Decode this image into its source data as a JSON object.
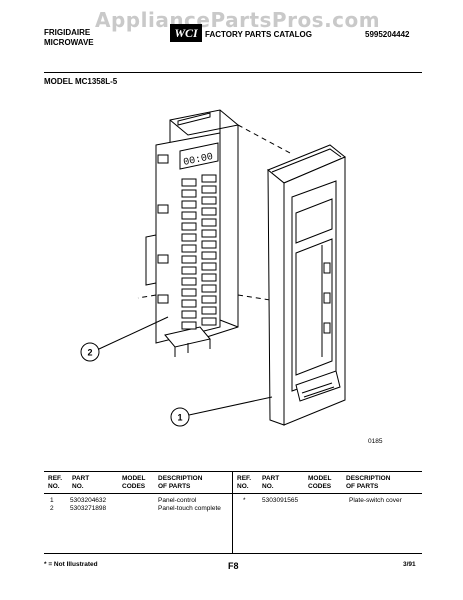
{
  "watermark": "AppliancePartsPros.com",
  "header": {
    "brand_line1": "FRIGIDAIRE",
    "brand_line2": "MICROWAVE",
    "catalog_title": "FACTORY PARTS CATALOG",
    "catalog_number": "5995204442",
    "logo_text": "WCI"
  },
  "model": "MODEL MC1358L-5",
  "diagram": {
    "callouts": [
      "2",
      "1"
    ],
    "figure_code": "0185",
    "keypad_display": "00:00"
  },
  "table": {
    "left_headers": [
      "REF.\nNO.",
      "PART\nNO.",
      "MODEL\nCODES",
      "DESCRIPTION\nOF PARTS"
    ],
    "right_headers": [
      "REF.\nNO.",
      "PART\nNO.",
      "MODEL\nCODES",
      "DESCRIPTION\nOF PARTS"
    ],
    "left_rows": [
      {
        "ref": "1",
        "part": "5303204632",
        "codes": "",
        "desc": "Panel-control"
      },
      {
        "ref": "2",
        "part": "5303271898",
        "codes": "",
        "desc": "Panel-touch complete"
      }
    ],
    "right_rows": [
      {
        "ref": "*",
        "part": "5303091565",
        "codes": "",
        "desc": "Plate-switch cover"
      }
    ]
  },
  "footer": {
    "note": "* = Not Illustrated",
    "page": "F8",
    "date": "3/91"
  }
}
